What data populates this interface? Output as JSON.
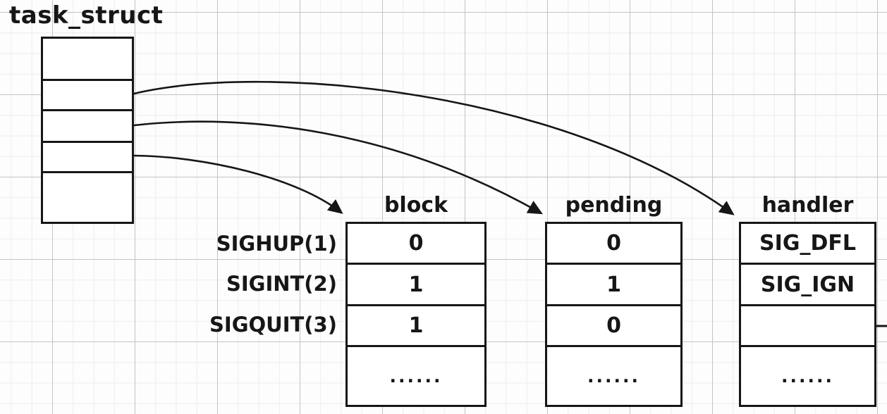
{
  "title": "task_struct",
  "task_struct_box": {
    "field_count": 5
  },
  "signals": [
    "SIGHUP(1)",
    "SIGINT(2)",
    "SIGQUIT(3)"
  ],
  "tables": {
    "block": {
      "header": "block",
      "values": [
        "0",
        "1",
        "1",
        "......"
      ]
    },
    "pending": {
      "header": "pending",
      "values": [
        "0",
        "1",
        "0",
        "......"
      ]
    },
    "handler": {
      "header": "handler",
      "values": [
        "SIG_DFL",
        "SIG_IGN",
        "",
        "......"
      ]
    }
  },
  "arrows": [
    {
      "from": "task_struct field 2",
      "to": "handler table"
    },
    {
      "from": "task_struct field 3",
      "to": "pending table"
    },
    {
      "from": "task_struct field 4",
      "to": "block table"
    },
    {
      "from": "handler row SIGQUIT(3)",
      "to": "off-canvas right"
    }
  ],
  "colors": {
    "ink": "#161616",
    "background": "#fdfdfd",
    "grid_major": "#c3c3c9",
    "grid_minor": "#ededf1"
  }
}
